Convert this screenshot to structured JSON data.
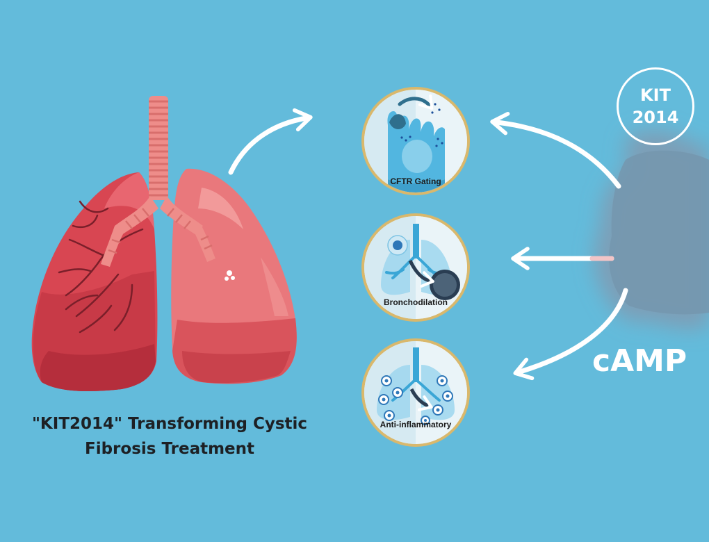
{
  "caption": {
    "line1": "\"KIT2014\" Transforming Cystic",
    "line2": "Fibrosis Treatment"
  },
  "badge": {
    "line1": "KIT",
    "line2": "2014"
  },
  "source_label": "cAMP",
  "effects": [
    {
      "label": "CFTR Gating",
      "icon": "epithelial-cell-icon"
    },
    {
      "label": "Bronchodilation",
      "icon": "bronchi-lungs-icon"
    },
    {
      "label": "Anti-inflammatory",
      "icon": "inflamed-lungs-icon"
    }
  ],
  "colors": {
    "background": "#63bbdb",
    "lung_left": "#d84652",
    "lung_right": "#e9787c",
    "trachea": "#ee8d8a",
    "circle_border": "#d9b86c",
    "cloud": "#7d9fb7",
    "arrows": "#ffffff"
  }
}
